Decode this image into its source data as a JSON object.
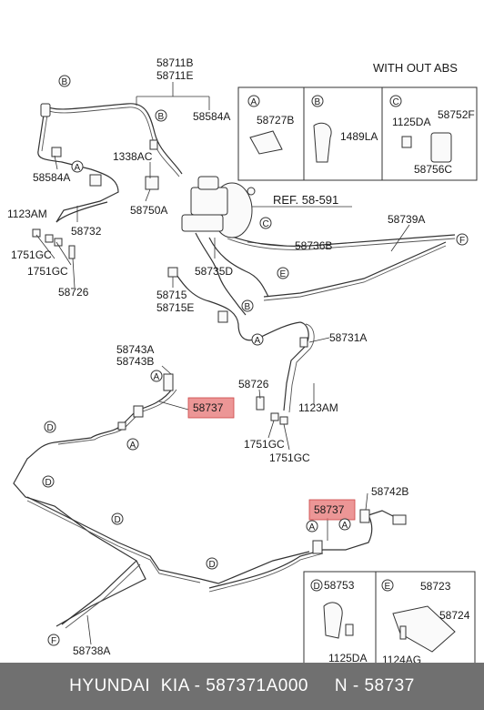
{
  "header_note": "WITH OUT ABS",
  "ref_label": "REF. 58-591",
  "callouts": {
    "A": "A",
    "B": "B",
    "C": "C",
    "D": "D",
    "E": "E",
    "F": "F"
  },
  "labels": {
    "p58711B": "58711B",
    "p58711E": "58711E",
    "p58584A_top": "58584A",
    "p1338AC": "1338AC",
    "p58584A_left": "58584A",
    "p1123AM_left": "1123AM",
    "p58750A": "58750A",
    "p58732": "58732",
    "p1751GC_a": "1751GC",
    "p1751GC_b": "1751GC",
    "p58726_left": "58726",
    "p58735D": "58735D",
    "p58715": "58715",
    "p58715E": "58715E",
    "p58736B": "58736B",
    "p58739A": "58739A",
    "p58731A": "58731A",
    "p58743A": "58743A",
    "p58743B": "58743B",
    "p58726_mid": "58726",
    "p1123AM_mid": "1123AM",
    "p1751GC_c": "1751GC",
    "p1751GC_d": "1751GC",
    "p58742B": "58742B",
    "p58738A": "58738A"
  },
  "highlight_labels": {
    "upper": "58737",
    "lower": "58737"
  },
  "detail_boxes": {
    "top": {
      "a_part": "58727B",
      "b_part": "1489LA",
      "c_parts": [
        "1125DA",
        "58752F",
        "58756C"
      ]
    },
    "bottom": {
      "d_parts": [
        "58753",
        "1125DA"
      ],
      "e_parts": [
        "58723",
        "58724",
        "1124AG"
      ]
    }
  },
  "footer": {
    "text": "HYUNDAI  KIA - 587371A000     N - 58737"
  },
  "colors": {
    "highlight": "#e57373",
    "footer_bg": "#707070",
    "footer_text": "#ffffff"
  }
}
